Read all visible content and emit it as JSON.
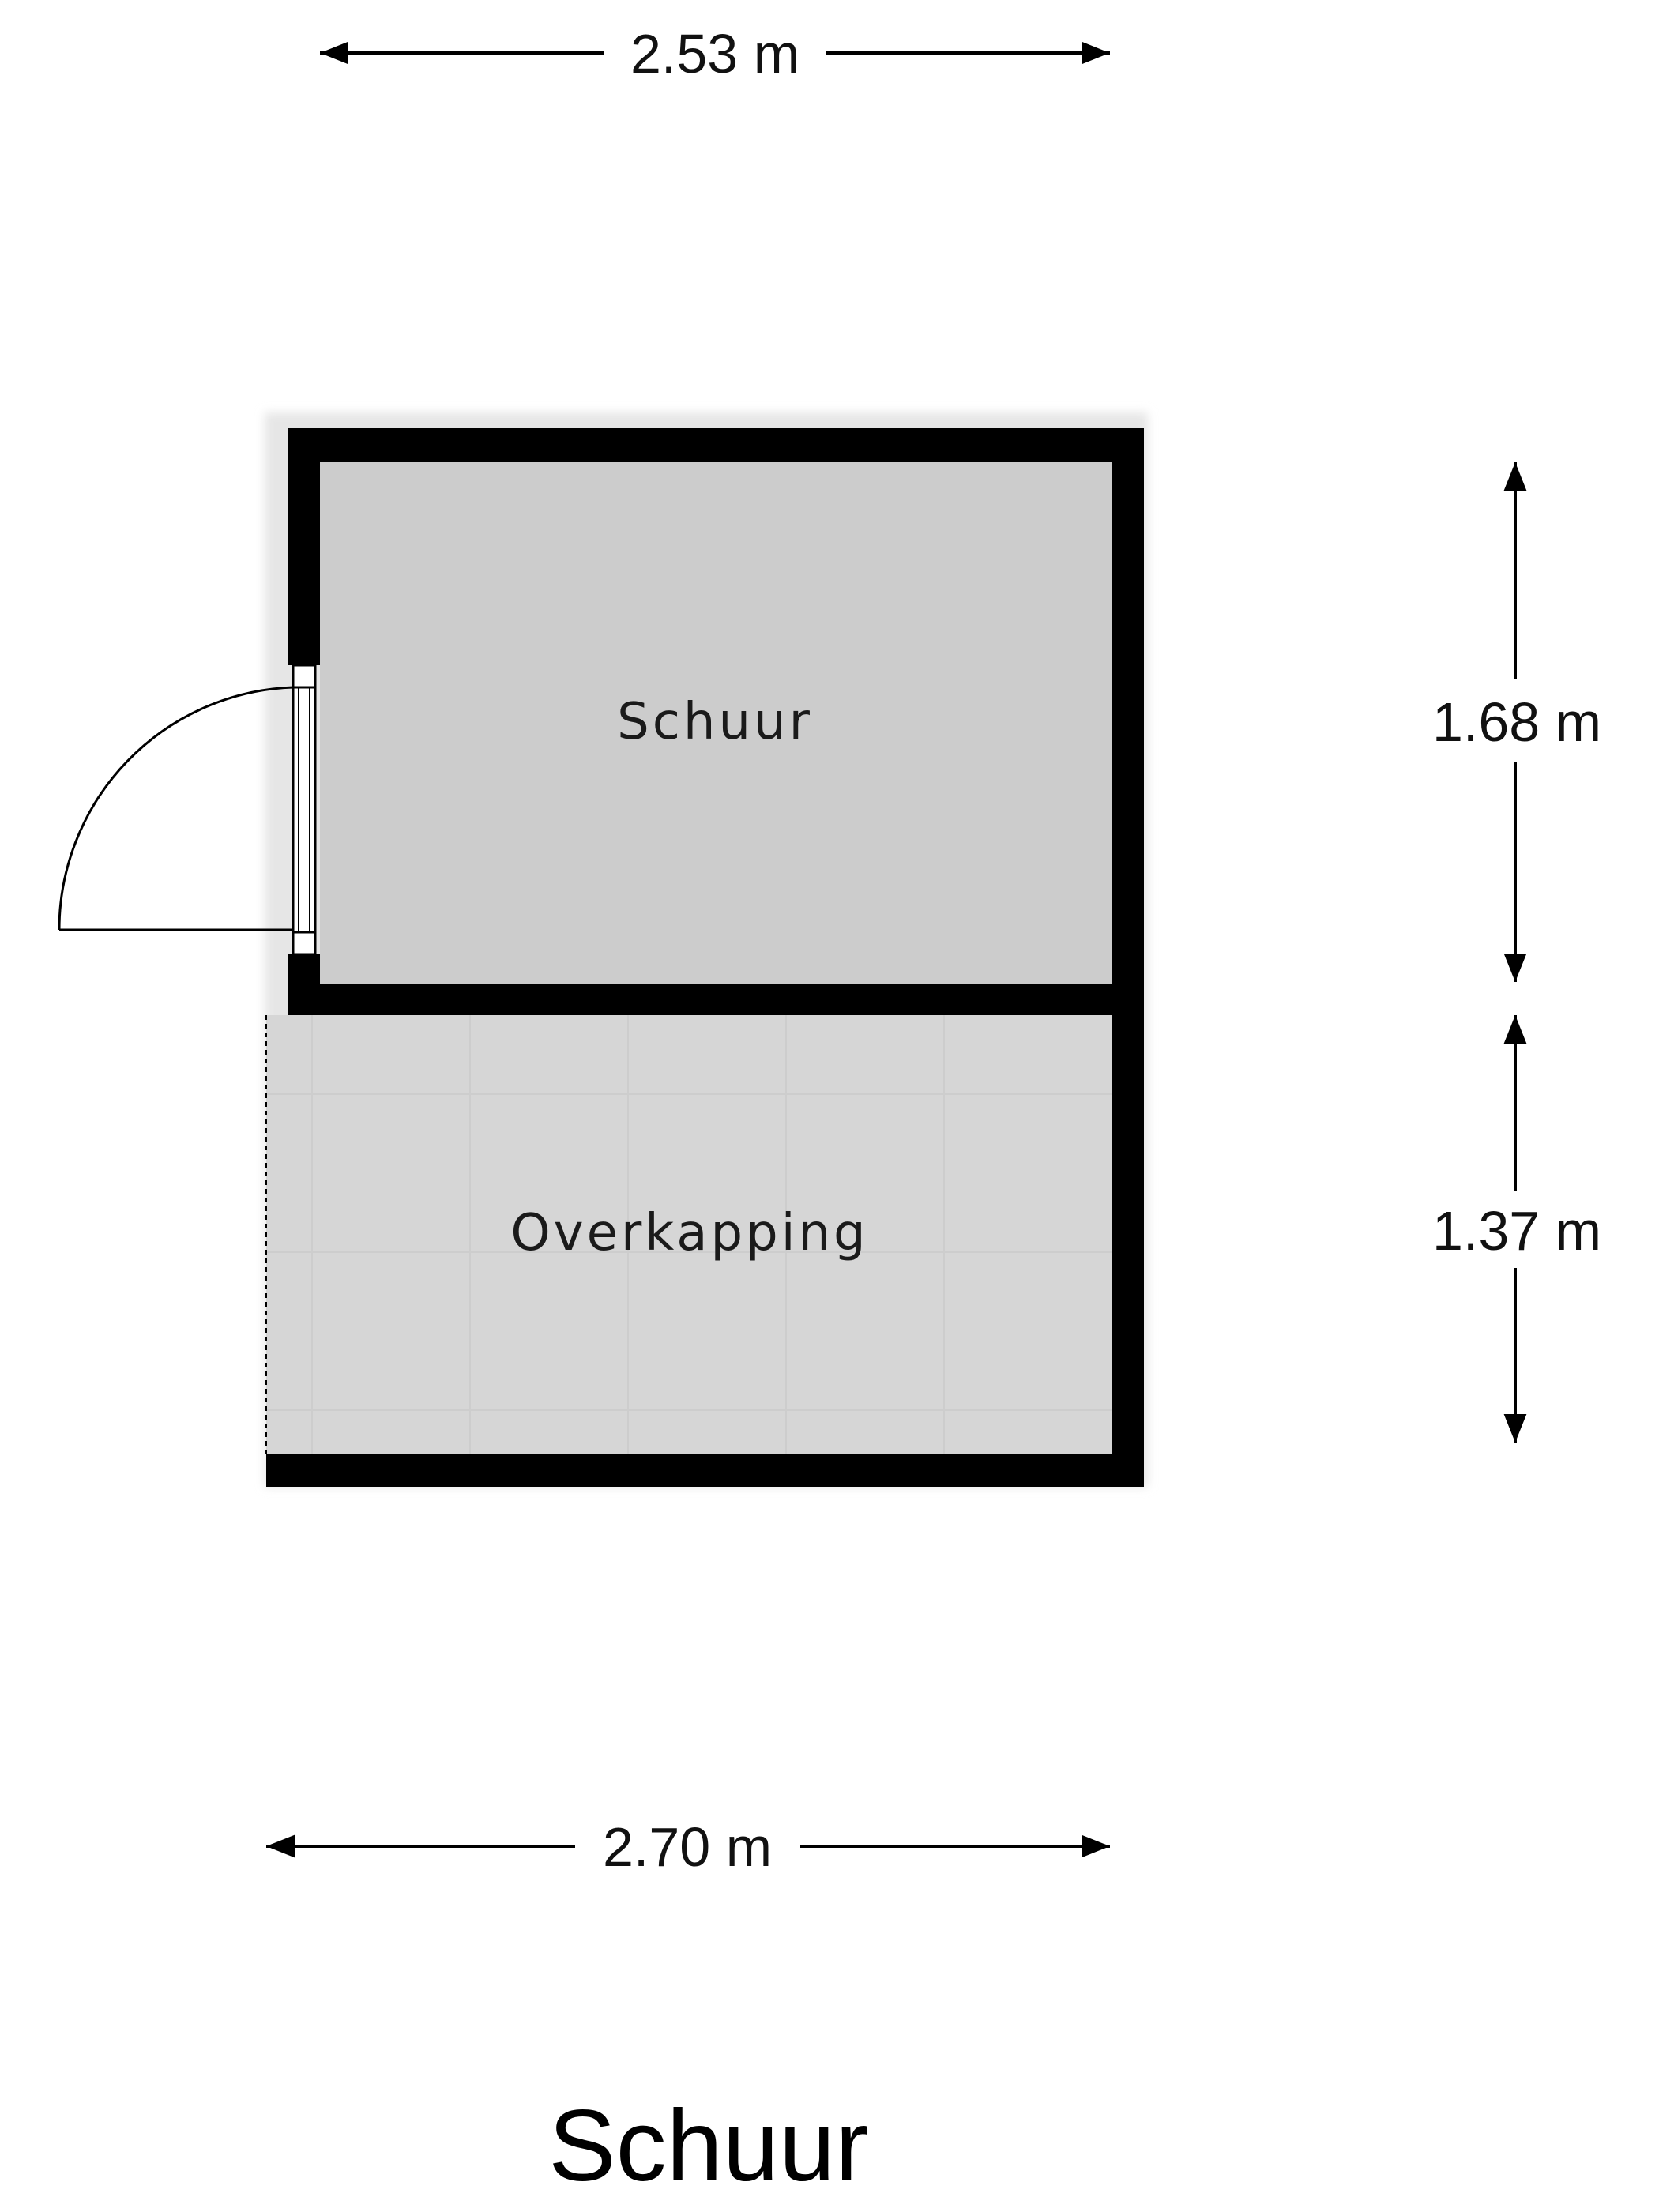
{
  "plan_title": "Schuur",
  "rooms": [
    {
      "label": "Schuur",
      "fill": "#cccccc"
    },
    {
      "label": "Overkapping",
      "fill": "#d6d6d6"
    }
  ],
  "dimensions": {
    "top_width": "2.53 m",
    "bottom_width": "2.70 m",
    "right_upper_height": "1.68 m",
    "right_lower_height": "1.37 m"
  },
  "colors": {
    "wall": "#000000",
    "background": "#ffffff"
  }
}
